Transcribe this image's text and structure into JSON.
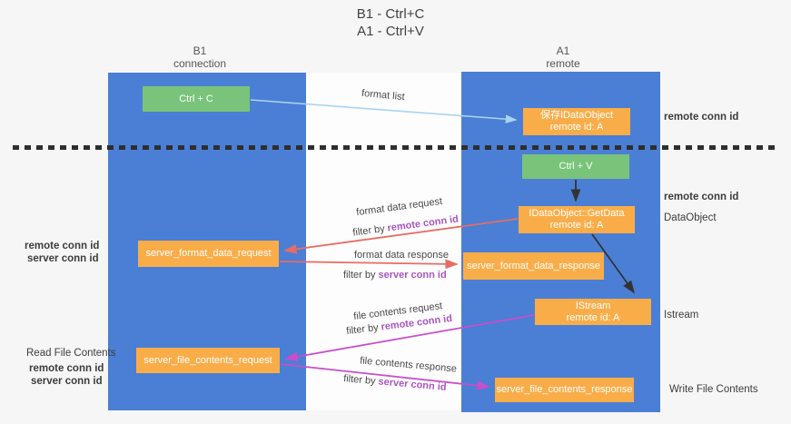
{
  "title": {
    "line1": "B1 - Ctrl+C",
    "line2": "A1 - Ctrl+V"
  },
  "lanes": {
    "left": {
      "title": "B1",
      "subtitle": "connection"
    },
    "right": {
      "title": "A1",
      "subtitle": "remote"
    }
  },
  "nodes": {
    "ctrl_c": {
      "label": "Ctrl + C"
    },
    "save_idataobject": {
      "line1": "保存IDataObject",
      "line2": "remote id: A"
    },
    "ctrl_v": {
      "label": "Ctrl + V"
    },
    "getdata": {
      "line1": "IDataObject::GetData",
      "line2": "remote id: A"
    },
    "format_request": {
      "label": "server_format_data_request"
    },
    "format_response": {
      "label": "server_format_data_response"
    },
    "istream": {
      "line1": "IStream",
      "line2": "remote id: A"
    },
    "file_request": {
      "label": "server_file_contents_request"
    },
    "file_response": {
      "label": "server_file_contents_response"
    }
  },
  "edge_labels": {
    "format_list": "format list",
    "format_data_request": "format data request",
    "format_data_response": "format data response",
    "file_contents_request": "file contents request",
    "file_contents_response": "file contents response",
    "filter_by": "filter by",
    "remote_conn_id": "remote conn id",
    "server_conn_id": "server conn id"
  },
  "margin_labels": {
    "right_remote_conn_id_top": "remote conn id",
    "right_remote_conn_id_mid": "remote conn id",
    "data_object": "DataObject",
    "istream": "Istream",
    "write_file_contents": "Write File Contents",
    "left_remote_conn_id_top": "remote conn id",
    "left_server_conn_id_top": "server conn id",
    "read_file_contents": "Read File Contents",
    "left_remote_conn_id_bottom": "remote conn id",
    "left_server_conn_id_bottom": "server conn id"
  },
  "colors": {
    "lane_blue": "#4a7fd5",
    "node_green": "#79c47a",
    "node_orange": "#f9ad49",
    "arrow_light_blue": "#a9d3f2",
    "arrow_red": "#e86c62",
    "arrow_magenta": "#c84fc8",
    "arrow_black": "#333333",
    "text_purple": "#a855c0",
    "text_green": "#67bd6a"
  }
}
